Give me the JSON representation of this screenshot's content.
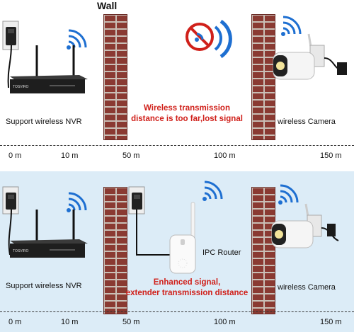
{
  "wall_title": "Wall",
  "top": {
    "nvr_label": "Support wireless NVR",
    "message_line1": "Wireless transmission",
    "message_line2": "distance is too far,lost signal",
    "camera_label": "wireless Camera",
    "distances": [
      "0 m",
      "10 m",
      "50 m",
      "100 m",
      "150 m"
    ]
  },
  "bottom": {
    "nvr_label": "Support wireless NVR",
    "router_label": "IPC Router",
    "message_line1": "Enhanced signal,",
    "message_line2": "extender transmission distance",
    "camera_label": "wireless Camera",
    "distances": [
      "0 m",
      "10 m",
      "50 m",
      "100 m",
      "150 m"
    ]
  },
  "nvr_brand": "TOSVIRO",
  "colors": {
    "bottom_background": "#dcecf7",
    "wifi_blue": "#1e6fd1",
    "alert_red": "#d0201a",
    "brick": "#8a3a32"
  },
  "icons": [
    "wifi-icon",
    "no-signal-icon",
    "power-adapter-icon",
    "nvr-device-icon",
    "camera-icon",
    "router-icon",
    "brick-wall-icon"
  ]
}
